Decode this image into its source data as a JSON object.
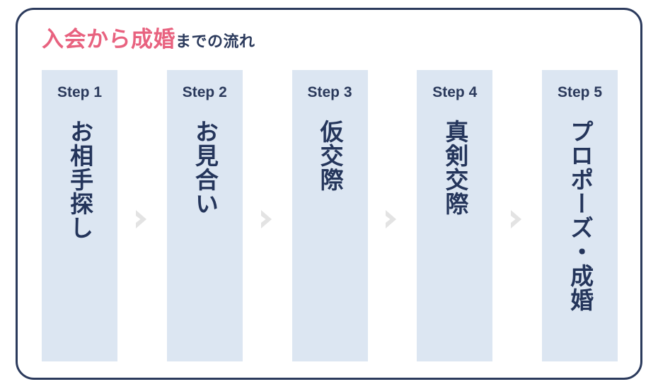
{
  "frame": {
    "border_color": "#2b3a5c",
    "background": "#ffffff"
  },
  "title": {
    "accent_text": "入会から成婚",
    "accent_color": "#e8627f",
    "rest_text": "までの流れ",
    "rest_color": "#2b3a5c"
  },
  "separator": {
    "icon": "chevron-right-icon",
    "color": "#e3e3e3"
  },
  "steps": [
    {
      "label": "Step 1",
      "text": "お相手探し",
      "background": "#dce6f2",
      "text_color": "#24355b"
    },
    {
      "label": "Step 2",
      "text": "お見合い",
      "background": "#dce6f2",
      "text_color": "#24355b"
    },
    {
      "label": "Step 3",
      "text": "仮交際",
      "background": "#dce6f2",
      "text_color": "#24355b"
    },
    {
      "label": "Step 4",
      "text": "真剣交際",
      "background": "#dce6f2",
      "text_color": "#24355b"
    },
    {
      "label": "Step 5",
      "text": "プロポーズ・成婚",
      "background": "#dce6f2",
      "text_color": "#24355b"
    }
  ]
}
